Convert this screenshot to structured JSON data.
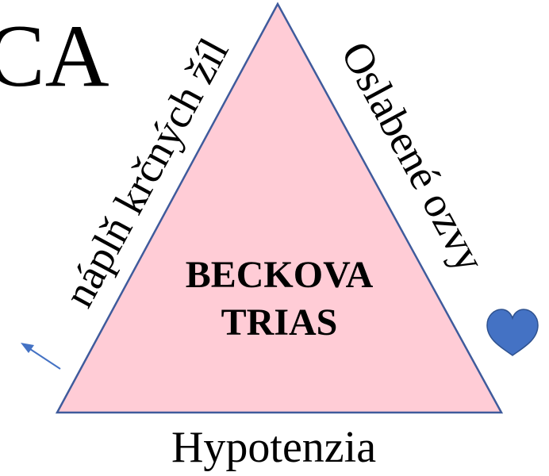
{
  "partial_heading": "CA",
  "triangle": {
    "center_title_line1": "BECKOVA",
    "center_title_line2": "TRIAS",
    "left_side_label": "náplň krčných žíl",
    "right_side_label": "Oslabené ozvy",
    "bottom_label": "Hypotenzia"
  },
  "colors": {
    "triangle_fill": "#ffccd6",
    "triangle_stroke": "#3f5b9c",
    "heart": "#4472c4",
    "arrow": "#4472c4",
    "text": "#000000"
  },
  "icons": {
    "heart": "heart-icon",
    "arrow": "arrow-up-left-icon"
  }
}
